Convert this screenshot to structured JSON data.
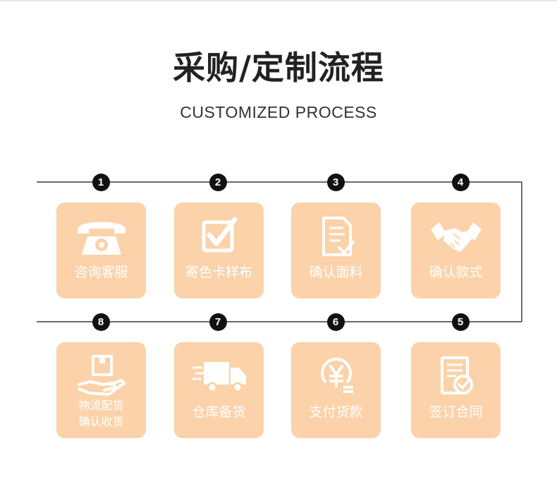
{
  "title": "采购/定制流程",
  "subtitle": "CUSTOMIZED PROCESS",
  "colors": {
    "card_bg": "#fbd2a9",
    "number_bg": "#111111",
    "line": "#111111"
  },
  "steps": [
    {
      "number": "1",
      "label": "咨询客服",
      "icon": "telephone-icon"
    },
    {
      "number": "2",
      "label": "寄色卡样布",
      "icon": "checkbox-icon"
    },
    {
      "number": "3",
      "label": "确认面料",
      "icon": "document-check-icon"
    },
    {
      "number": "4",
      "label": "确认款式",
      "icon": "handshake-icon"
    },
    {
      "number": "5",
      "label": "签订合同",
      "icon": "contract-icon"
    },
    {
      "number": "6",
      "label": "支付货款",
      "icon": "yuan-coin-icon"
    },
    {
      "number": "7",
      "label": "仓库备货",
      "icon": "delivery-truck-icon"
    },
    {
      "number": "8",
      "label_line1": "物流配货",
      "label_line2": "确认收货",
      "icon": "hand-box-icon"
    }
  ]
}
